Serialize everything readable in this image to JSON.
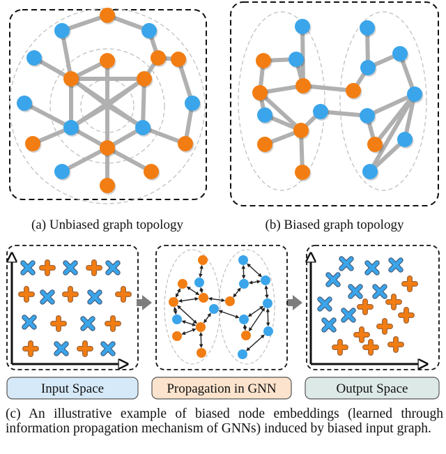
{
  "captions": {
    "a": "(a) Unbiased graph topology",
    "b": "(b) Biased graph topology",
    "c": "(c) An illustrative example of biased node embeddings (learned through information propagation mechanism of GNNs) induced by biased input graph."
  },
  "stage_labels": {
    "input": "Input Space",
    "propagation": "Propagation in GNN",
    "output": "Output Space"
  },
  "colors": {
    "orange": "#f27d12",
    "blue": "#3aa5ea",
    "edge": "#b0b0b0",
    "input_fill": "#d6e9f8",
    "propagation_fill": "#fbe3cd",
    "output_fill": "#dde9e6",
    "arrow": "#7d7d7d"
  }
}
